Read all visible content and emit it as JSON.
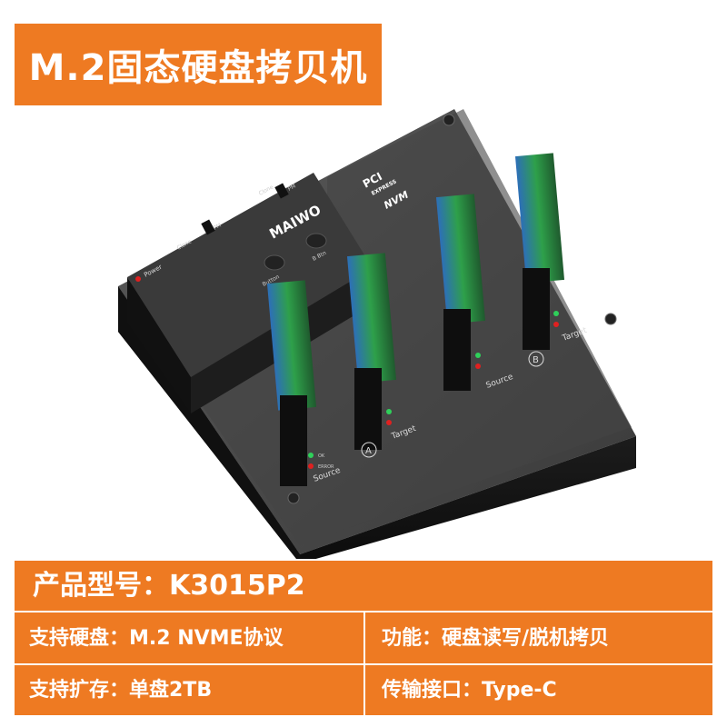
{
  "title": "M.2固态硬盘拷贝机",
  "device": {
    "brand": "MAIWO",
    "power_label": "Power",
    "clone_label": "Clone",
    "pm_label": "PM",
    "button_label": "Button",
    "b_btn_label": "B Btn",
    "pci_label": "PCI",
    "express_label": "EXPRESS",
    "nvm_label": "NVM",
    "ok_label": "OK",
    "error_label": "ERROR",
    "slots": [
      {
        "label": "Source"
      },
      {
        "label": "Target"
      },
      {
        "label": "Source"
      },
      {
        "label": "Target"
      }
    ],
    "group_a": "A",
    "group_b": "B"
  },
  "specs": {
    "model": "产品型号：K3015P2",
    "support_disk": "支持硬盘：M.2 NVME协议",
    "function": "功能：硬盘读写/脱机拷贝",
    "capacity": "支持扩存：单盘2TB",
    "interface": "传输接口：Type-C"
  },
  "colors": {
    "accent": "#ee7a22",
    "device_body": "#2a2a2a",
    "led_green": "#2fd05a",
    "led_red": "#e02020"
  }
}
